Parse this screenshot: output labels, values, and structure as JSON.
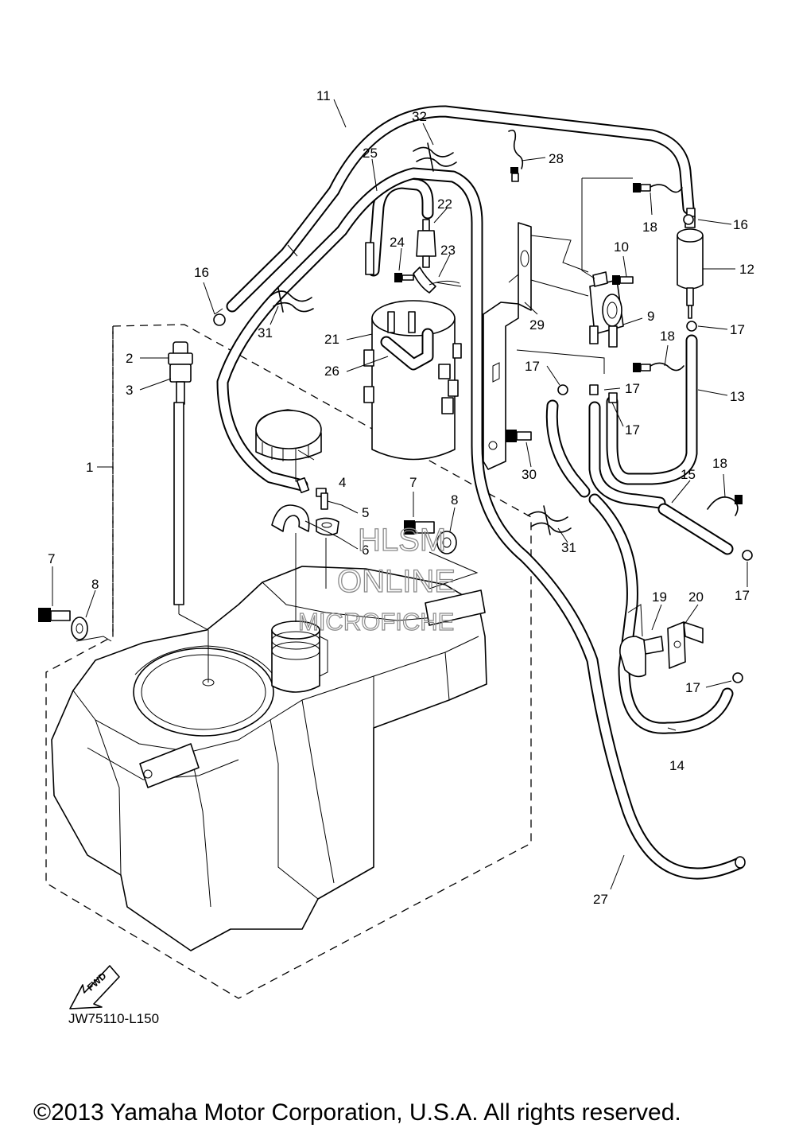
{
  "callouts": [
    {
      "id": "1",
      "text": "1"
    },
    {
      "id": "2",
      "text": "2"
    },
    {
      "id": "3",
      "text": "3"
    },
    {
      "id": "4",
      "text": "4"
    },
    {
      "id": "5",
      "text": "5"
    },
    {
      "id": "6",
      "text": "6"
    },
    {
      "id": "7a",
      "text": "7"
    },
    {
      "id": "7b",
      "text": "7"
    },
    {
      "id": "8a",
      "text": "8"
    },
    {
      "id": "8b",
      "text": "8"
    },
    {
      "id": "9",
      "text": "9"
    },
    {
      "id": "10",
      "text": "10"
    },
    {
      "id": "11",
      "text": "11"
    },
    {
      "id": "12",
      "text": "12"
    },
    {
      "id": "13",
      "text": "13"
    },
    {
      "id": "14",
      "text": "14"
    },
    {
      "id": "15",
      "text": "15"
    },
    {
      "id": "16a",
      "text": "16"
    },
    {
      "id": "16b",
      "text": "16"
    },
    {
      "id": "17a",
      "text": "17"
    },
    {
      "id": "17b",
      "text": "17"
    },
    {
      "id": "17c",
      "text": "17"
    },
    {
      "id": "17d",
      "text": "17"
    },
    {
      "id": "17e",
      "text": "17"
    },
    {
      "id": "17f",
      "text": "17"
    },
    {
      "id": "18a",
      "text": "18"
    },
    {
      "id": "18b",
      "text": "18"
    },
    {
      "id": "18c",
      "text": "18"
    },
    {
      "id": "19",
      "text": "19"
    },
    {
      "id": "20",
      "text": "20"
    },
    {
      "id": "21",
      "text": "21"
    },
    {
      "id": "22",
      "text": "22"
    },
    {
      "id": "23",
      "text": "23"
    },
    {
      "id": "24",
      "text": "24"
    },
    {
      "id": "25",
      "text": "25"
    },
    {
      "id": "26",
      "text": "26"
    },
    {
      "id": "27",
      "text": "27"
    },
    {
      "id": "28",
      "text": "28"
    },
    {
      "id": "29",
      "text": "29"
    },
    {
      "id": "30",
      "text": "30"
    },
    {
      "id": "31a",
      "text": "31"
    },
    {
      "id": "31b",
      "text": "31"
    },
    {
      "id": "32",
      "text": "32"
    }
  ],
  "watermark": {
    "line1": "HLSM",
    "line2": "ONLINE",
    "line3": "MICROFICHE"
  },
  "fwd_label": "FWD",
  "diagram_code": "JW75110-L150",
  "copyright": "©2013 Yamaha Motor Corporation, U.S.A. All rights reserved."
}
